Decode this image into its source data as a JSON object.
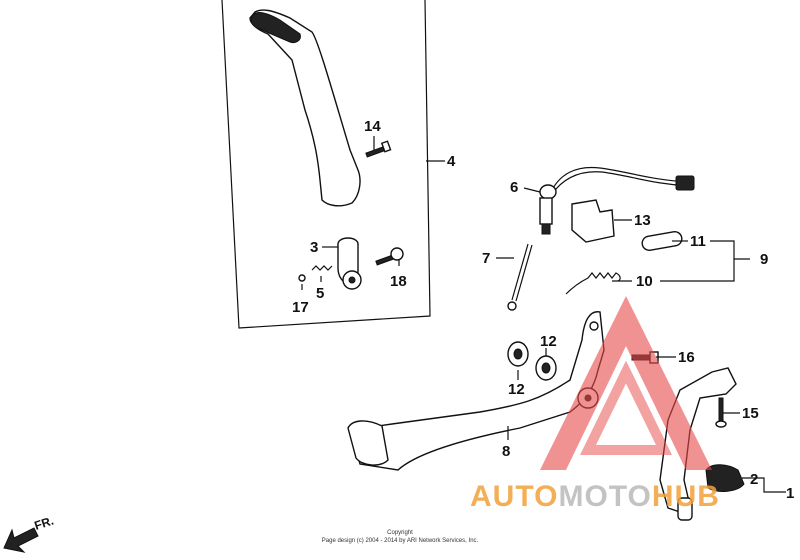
{
  "callouts": {
    "c1": "1",
    "c2": "2",
    "c3": "3",
    "c4": "4",
    "c5": "5",
    "c6": "6",
    "c7": "7",
    "c8": "8",
    "c9": "9",
    "c10": "10",
    "c11": "11",
    "c12a": "12",
    "c12b": "12",
    "c13": "13",
    "c14": "14",
    "c15": "15",
    "c16": "16",
    "c17": "17",
    "c18": "18"
  },
  "direction_label": "FR.",
  "copyright": {
    "line1": "Copyright",
    "line2": "Page design (c) 2004 - 2014 by ARI Network Services, Inc."
  },
  "watermark": {
    "auto": "AUTO",
    "moto": "MOTO",
    "hub": "HUB",
    "colors": {
      "orange": "#f2a13b",
      "red": "#e84a4a",
      "gray": "#b9b9b9"
    }
  }
}
